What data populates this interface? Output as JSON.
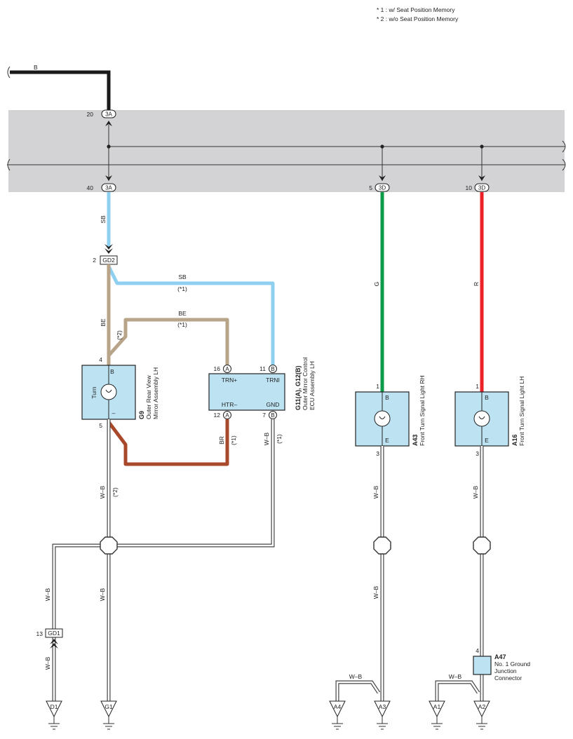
{
  "notes": [
    "* 1 : w/ Seat Position Memory",
    "* 2 : w/o Seat Position Memory"
  ],
  "colors": {
    "B": "#1a1a1a",
    "SB": "#8fd0f0",
    "BE": "#b8a488",
    "BR": "#a8492c",
    "G": "#0d9b4a",
    "R": "#ec2027",
    "panel": "#d3d3d5",
    "component": "#bde3f3"
  },
  "junction_block": {
    "connectors": [
      {
        "pin": "20",
        "name": "3A"
      },
      {
        "pin": "40",
        "name": "3A"
      },
      {
        "pin": "5",
        "name": "3D"
      },
      {
        "pin": "10",
        "name": "3D"
      }
    ]
  },
  "wires": {
    "b_top": "B",
    "sb_down": "SB",
    "be_g9": "BE",
    "note2_be": "(*2)",
    "sb_upper": "SB",
    "note1_sb": "(*1)",
    "be_upper": "BE",
    "note1_be": "(*1)",
    "br": "BR",
    "note1_br": "(*1)",
    "wb_ecu": "W–B",
    "note1_wb": "(*1)",
    "wb_g9": "W–B",
    "note2_wb": "(*2)",
    "wb_d1_upper": "W–B",
    "wb_d1_lower": "W–B",
    "wb_g1": "W–B",
    "g": "G",
    "r": "R",
    "wb_a43_upper": "W–B",
    "wb_a43_lower": "W–B",
    "wb_a4": "W–B",
    "wb_a16_upper": "W–B",
    "wb_a1": "W–B"
  },
  "gd2": {
    "pin": "2",
    "name": "GD2"
  },
  "gd1": {
    "pin": "13",
    "name": "GD1"
  },
  "g9": {
    "code": "G9",
    "name_line1": "Outer Rear View",
    "name_line2": "Mirror Assembly LH",
    "label_turn": "Turn",
    "pin_top": "4",
    "pin_bottom": "5",
    "term_b": "B",
    "term_minus": "–"
  },
  "ecu": {
    "code": "G11(A), G12(B)",
    "name_line1": "Outer Mirror Control",
    "name_line2": "ECU Assembly LH",
    "pins": [
      {
        "num": "16",
        "conn": "A",
        "label": "TRN+"
      },
      {
        "num": "11",
        "conn": "B",
        "label": "TRNI"
      },
      {
        "num": "12",
        "conn": "A",
        "label": "HTR–"
      },
      {
        "num": "7",
        "conn": "B",
        "label": "GND"
      }
    ]
  },
  "a43": {
    "code": "A43",
    "name": "Front Turn Signal Light RH",
    "pin_top": "1",
    "pin_bottom": "3",
    "term_b": "B",
    "term_e": "E"
  },
  "a16": {
    "code": "A16",
    "name": "Front Turn Signal Light LH",
    "pin_top": "1",
    "pin_bottom": "3",
    "term_b": "B",
    "term_e": "E"
  },
  "a47": {
    "code": "A47",
    "name_line1": "No. 1 Ground",
    "name_line2": "Junction",
    "name_line3": "Connector",
    "pin": "4"
  },
  "grounds": [
    "D1",
    "G1",
    "A4",
    "A3",
    "A1",
    "A2"
  ]
}
